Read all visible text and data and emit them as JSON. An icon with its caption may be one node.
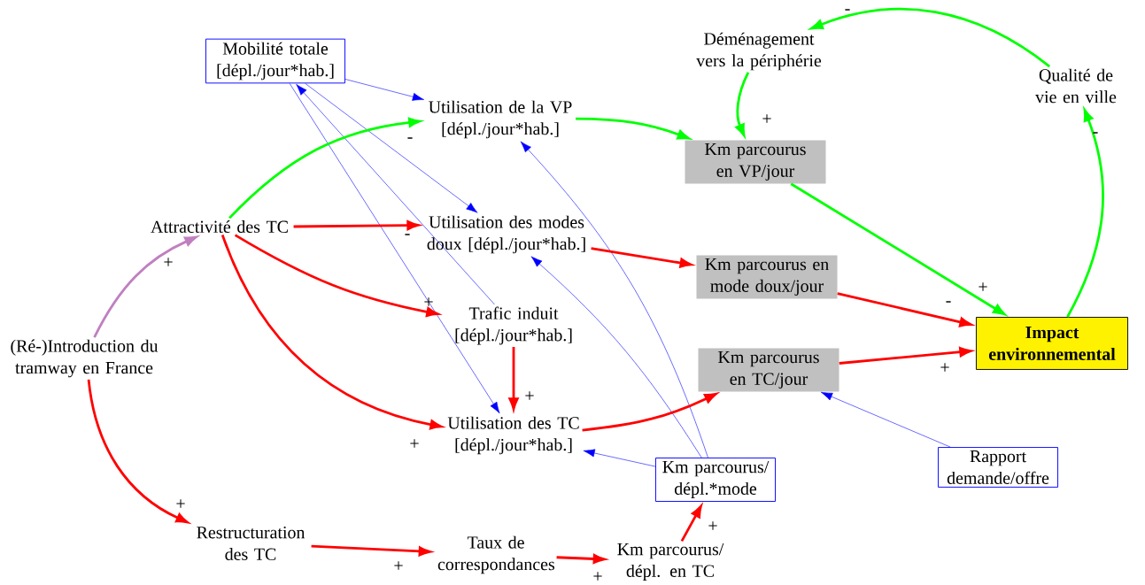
{
  "diagram": {
    "nodes": [
      {
        "text": [
          "Mobilité totale [dépl./jour*hab.]"
        ]
      },
      {
        "text": [
          "Déménagement vers la périphérie"
        ]
      },
      {
        "text": [
          "Qualité de vie en ville"
        ]
      },
      {
        "text": [
          "Utilisation de la VP [dépl./jour*hab.]"
        ]
      },
      {
        "text": [
          "Km parcourus en VP/jour"
        ]
      },
      {
        "text": [
          "Attractivité des TC"
        ]
      },
      {
        "text": [
          "Utilisation des modes doux [dépl./jour*hab.]"
        ]
      },
      {
        "text": [
          "Km parcourus en mode doux/jour"
        ]
      },
      {
        "text": [
          "Trafic induit [dépl./jour*hab.]"
        ]
      },
      {
        "text": [
          "Impact environnemental"
        ]
      },
      {
        "text": [
          "(Ré-)Introduction du tramway en France"
        ]
      },
      {
        "text": [
          "Km parcourus en TC/jour"
        ]
      },
      {
        "text": [
          "Utilisation des TC [dépl./jour*hab.]"
        ]
      },
      {
        "text": [
          "Rapport demande/offre"
        ]
      },
      {
        "text": [
          "Km parcourus/ dépl.*mode"
        ]
      },
      {
        "text": [
          "Restructuration des TC"
        ]
      },
      {
        "text": [
          "Taux de correspondances"
        ]
      },
      {
        "text": [
          "Km parcourus/ dépl. en TC"
        ]
      }
    ],
    "edges": [
      {
        "from": 0,
        "to": 3,
        "arrow": "to",
        "color": "#0000ff"
      },
      {
        "from": 0,
        "to": 6,
        "arrow": "to",
        "color": "#0000ff"
      },
      {
        "from": 0,
        "to": 12,
        "arrow": "to",
        "color": "#0000ff"
      },
      {
        "from": 8,
        "to": 0,
        "arrow": "to",
        "label": "-",
        "color": "#0000ff"
      },
      {
        "from": 14,
        "to": 3,
        "arrow": "to",
        "color": "#0000ff"
      },
      {
        "from": 14,
        "to": 6,
        "arrow": "to",
        "color": "#0000ff"
      },
      {
        "from": 14,
        "to": 12,
        "arrow": "to",
        "color": "#0000ff"
      },
      {
        "from": 13,
        "to": 11,
        "arrow": "to",
        "color": "#0000ff"
      },
      {
        "from": 5,
        "to": 3,
        "arrow": "to",
        "label": "-",
        "color": "#00ff00"
      },
      {
        "from": 3,
        "to": 4,
        "arrow": "to",
        "color": "#00ff00"
      },
      {
        "from": 1,
        "to": 4,
        "arrow": "to",
        "label": "+",
        "color": "#00ff00"
      },
      {
        "from": 4,
        "to": 9,
        "arrow": "to",
        "label": "+",
        "color": "#00ff00"
      },
      {
        "from": 9,
        "to": 2,
        "arrow": "to",
        "label": "-",
        "color": "#00ff00"
      },
      {
        "from": 2,
        "to": 1,
        "arrow": "to",
        "label": "-",
        "color": "#00ff00"
      },
      {
        "from": 5,
        "to": 6,
        "arrow": "to"
      },
      {
        "from": 5,
        "to": 8,
        "arrow": "to",
        "label": "+"
      },
      {
        "from": 5,
        "to": 12,
        "arrow": "to",
        "label": "+"
      },
      {
        "from": 10,
        "to": 5,
        "arrow": "to",
        "label": "+",
        "color": "#c080c0"
      },
      {
        "from": 8,
        "to": 12,
        "arrow": "to",
        "label": "+"
      },
      {
        "from": 6,
        "to": 7,
        "arrow": "to"
      },
      {
        "from": 7,
        "to": 9,
        "arrow": "to",
        "label": "-"
      },
      {
        "from": 11,
        "to": 9,
        "arrow": "to",
        "label": "+"
      },
      {
        "from": 12,
        "to": 11,
        "arrow": "to"
      },
      {
        "from": 10,
        "to": 15,
        "arrow": "to",
        "label": "+"
      },
      {
        "from": 15,
        "to": 16,
        "arrow": "to",
        "label": "+"
      },
      {
        "from": 16,
        "to": 17,
        "arrow": "to",
        "label": "+"
      },
      {
        "from": 17,
        "to": 14,
        "arrow": "to",
        "label": "+"
      }
    ]
  }
}
